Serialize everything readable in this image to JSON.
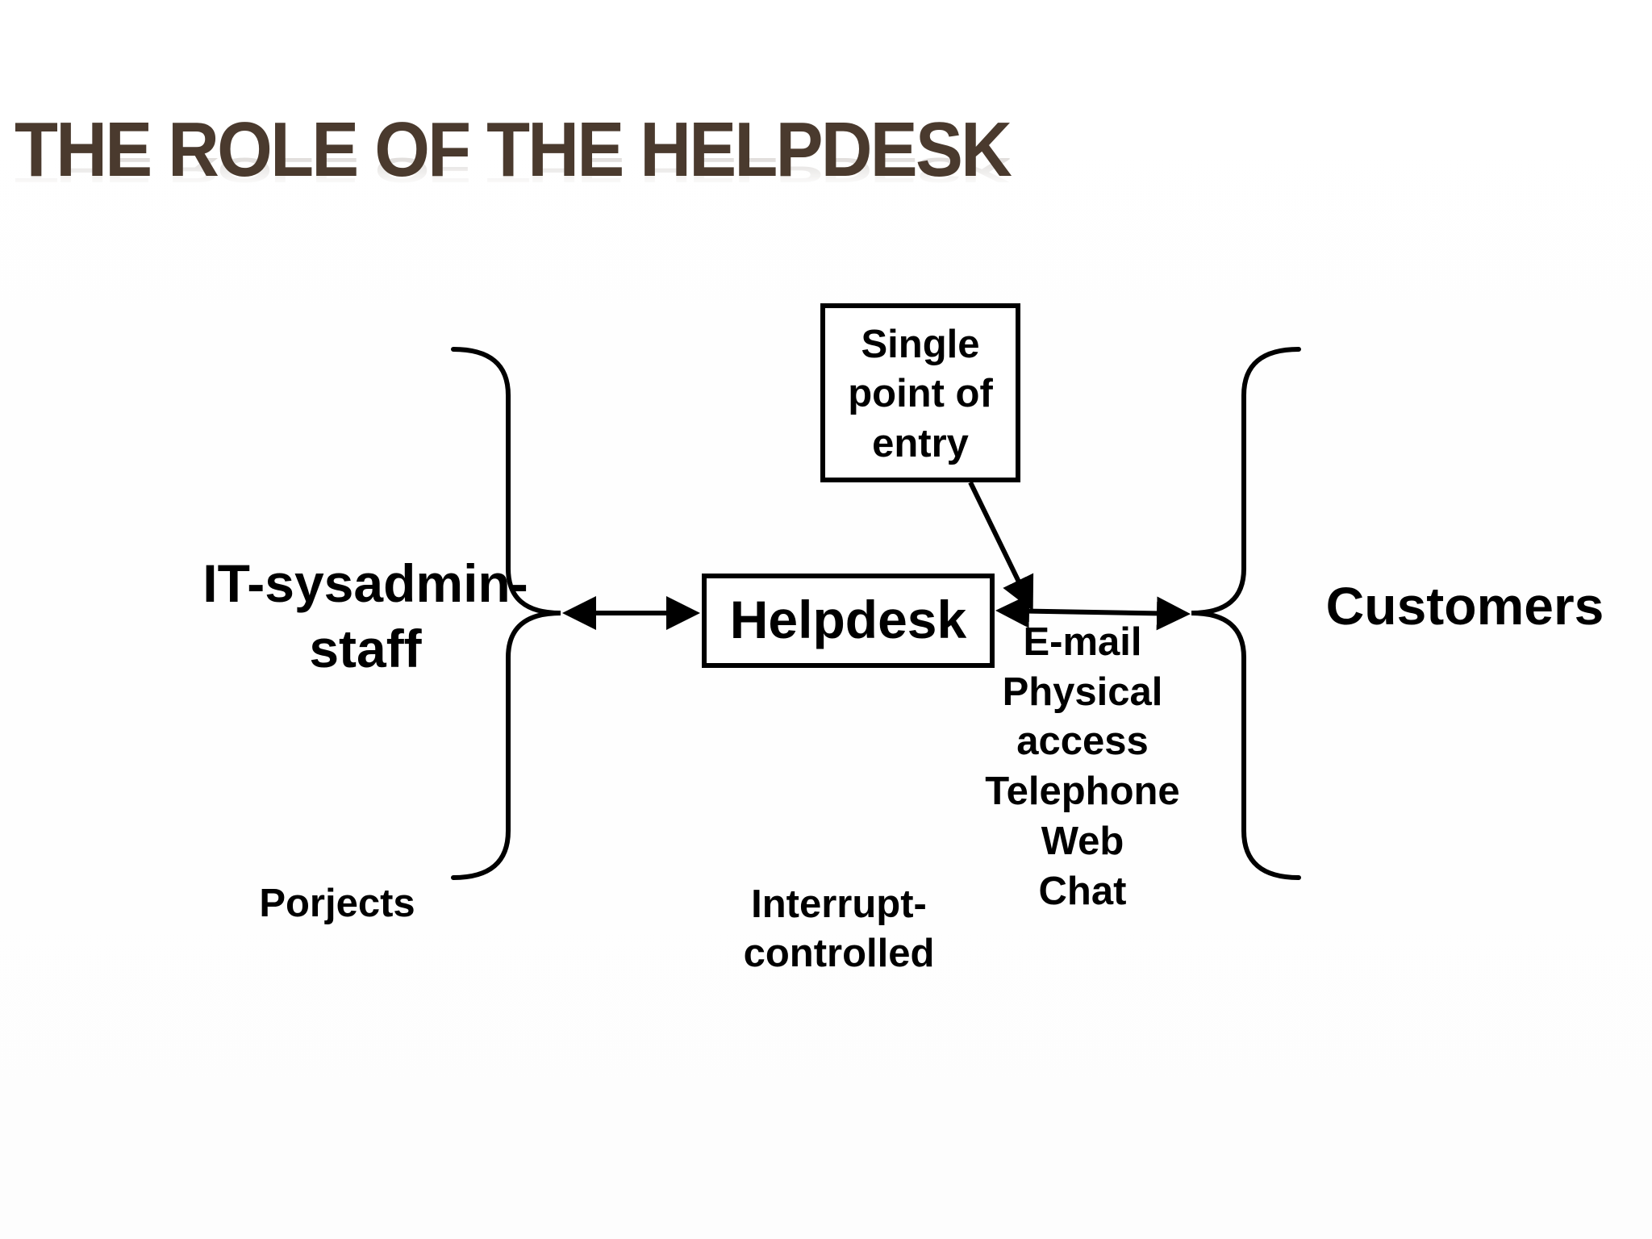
{
  "slide": {
    "title": "THE ROLE OF THE HELPDESK"
  },
  "diagram": {
    "left_group": {
      "label": "IT-sysadmin-\nstaff",
      "caption": "Porjects"
    },
    "center": {
      "helpdesk_label": "Helpdesk",
      "entry_box_label": "Single\npoint of\nentry",
      "caption": "Interrupt-\ncontrolled"
    },
    "right_group": {
      "label": "Customers"
    },
    "channels": [
      "E-mail",
      "Physical",
      "access",
      "Telephone",
      "Web",
      "Chat"
    ],
    "colors": {
      "title": "#4a3a2e",
      "lines": "#000000",
      "text": "#000000",
      "background": "#ffffff"
    }
  }
}
